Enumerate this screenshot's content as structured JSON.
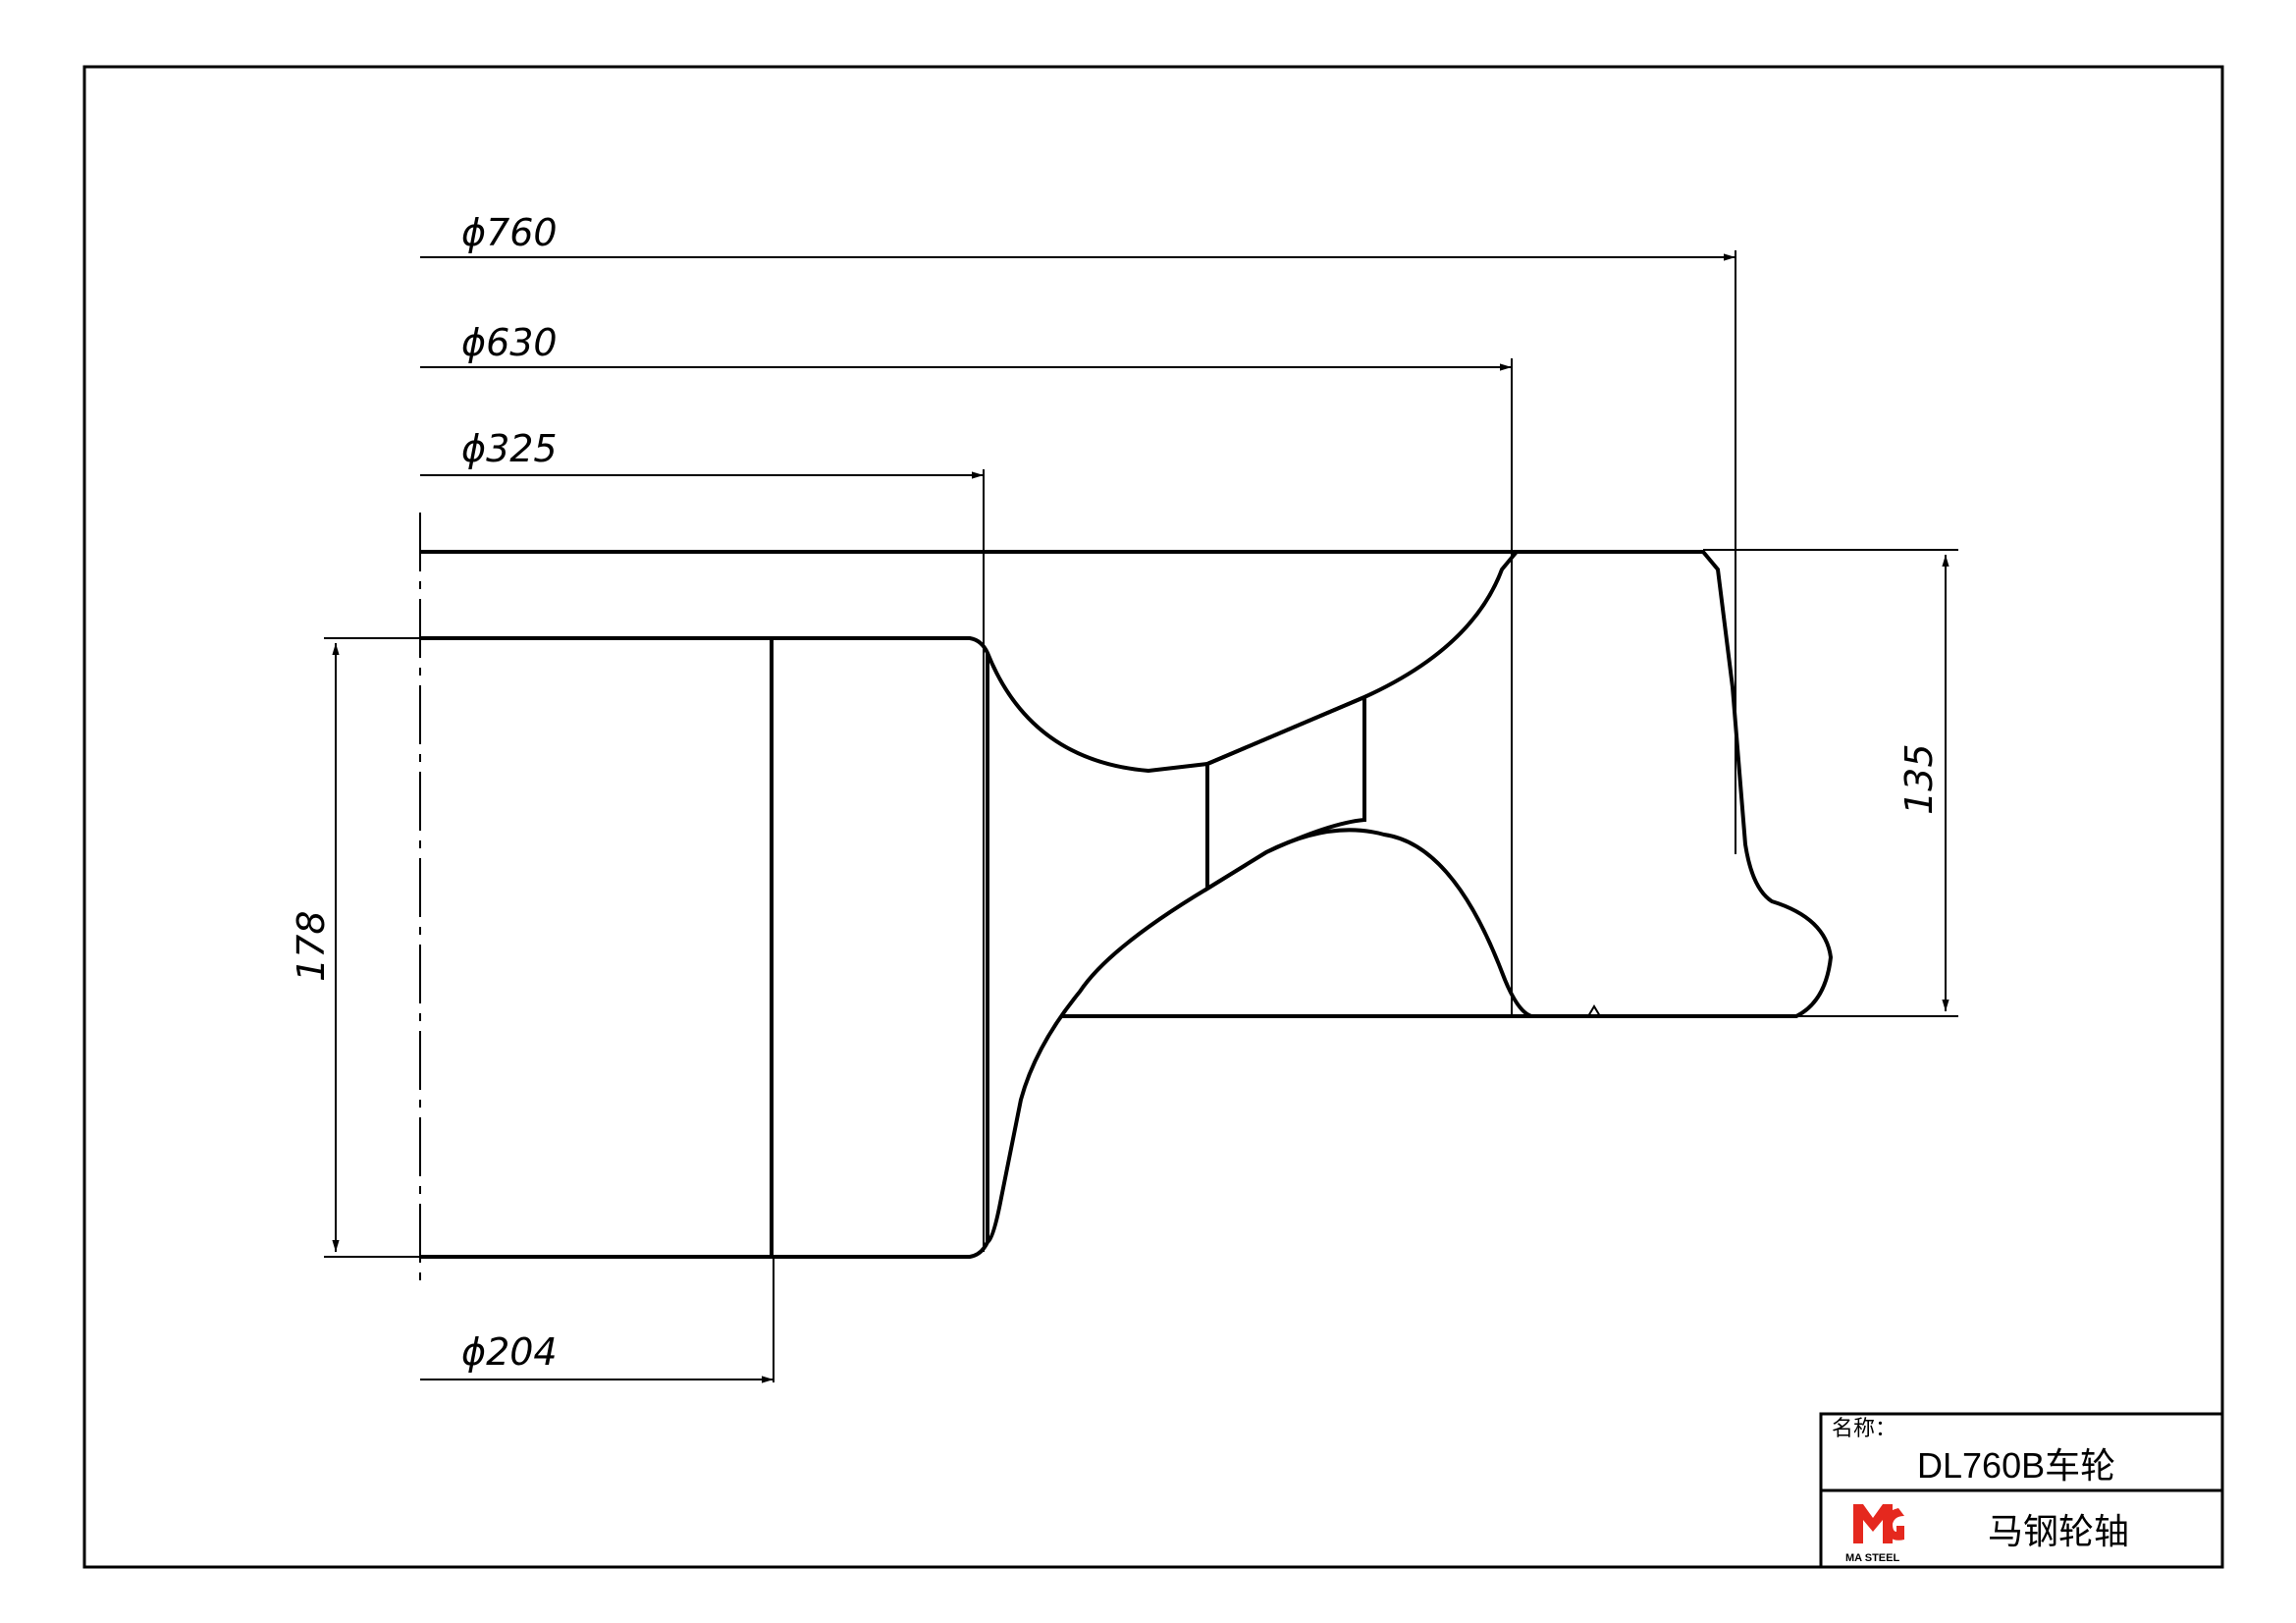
{
  "dimensions": {
    "d760": "ϕ760",
    "d630": "ϕ630",
    "d325": "ϕ325",
    "d204": "ϕ204",
    "h178": "178",
    "h135": "135"
  },
  "title_block": {
    "name_label": "名称：",
    "part_name": "DL760B车轮",
    "company_name": "马钢轮轴",
    "logo_caption": "MA STEEL",
    "logo_color": "#e5281e"
  }
}
